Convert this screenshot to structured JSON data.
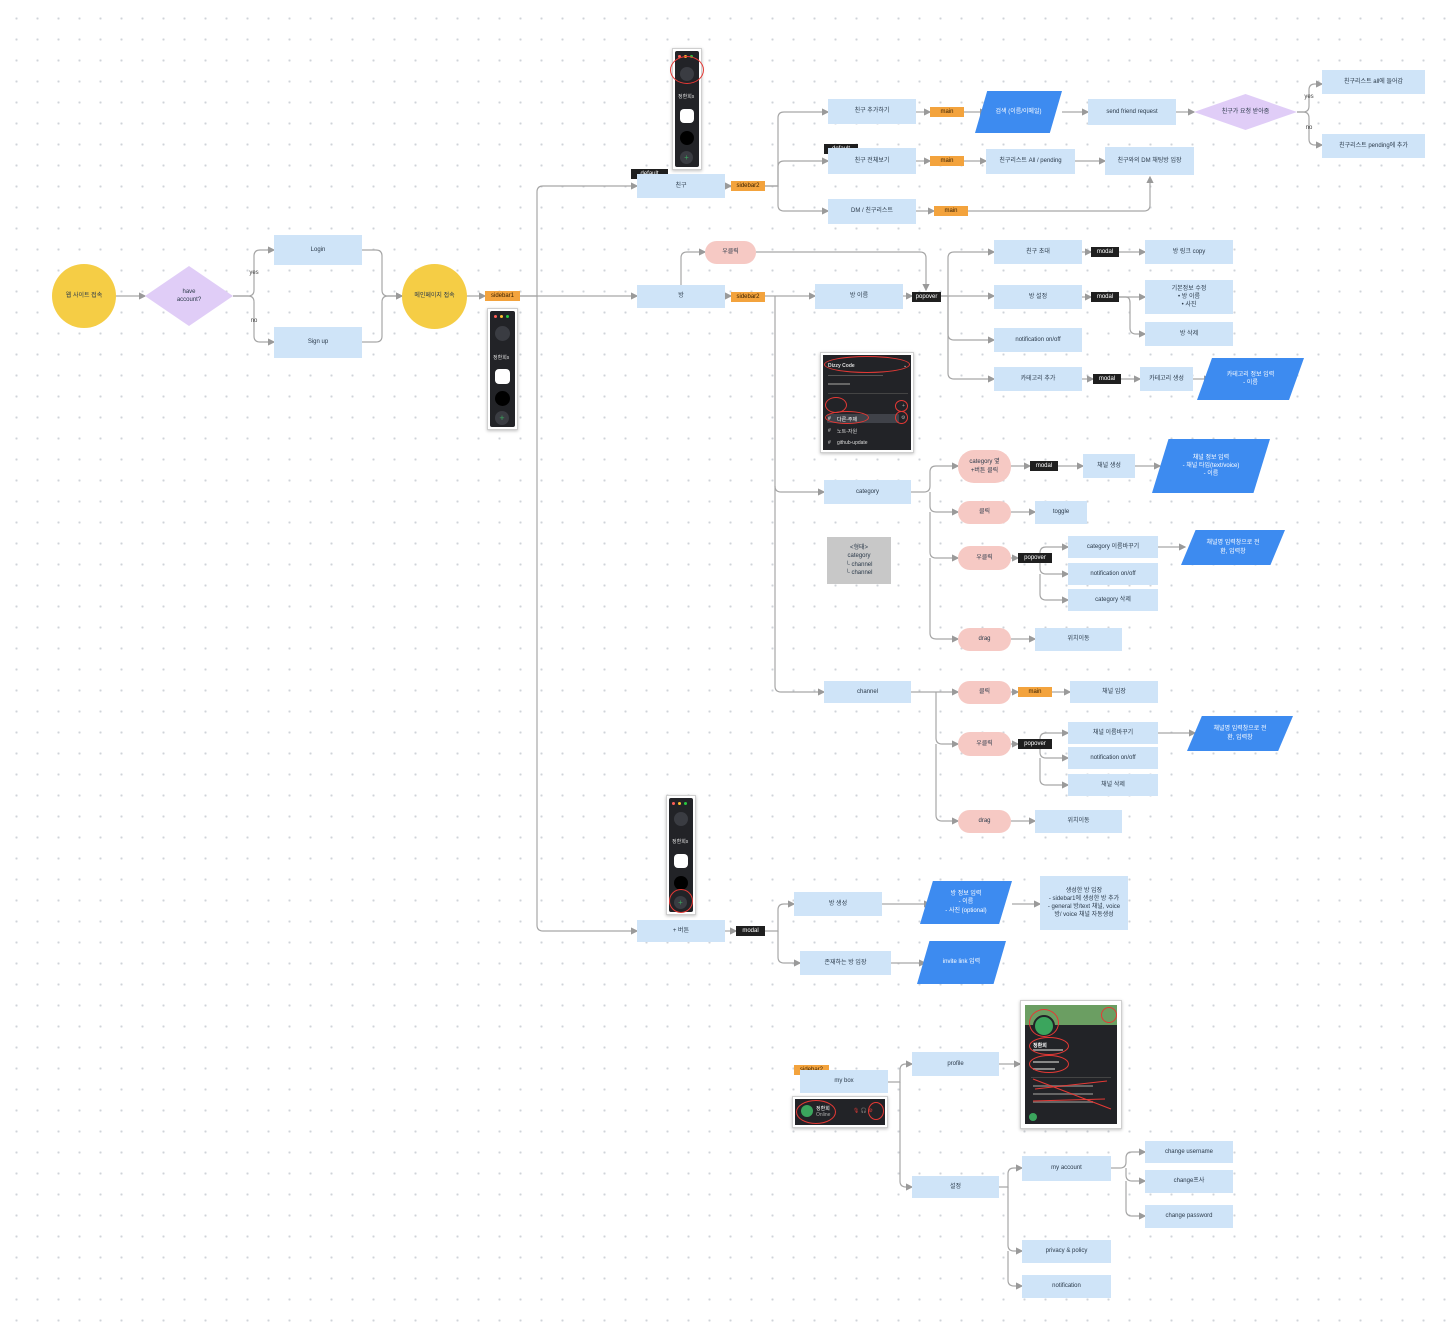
{
  "nodes": {
    "entry": "웹 사이트 접속",
    "have_account": "have\naccount?",
    "yes1": "yes",
    "no1": "no",
    "login": "Login",
    "signup": "Sign up",
    "main_page": "메인페이지 접속",
    "sidebar1": "sidebar1",
    "friend": "친구",
    "default1": "default",
    "sidebar2_a": "sidebar2",
    "friend_add": "친구 추가하기",
    "main_a": "main",
    "search": "검색 (이름/이메일)",
    "send_request": "send friend request",
    "friend_accept": "친구가 요청 받아줌",
    "yes2": "yes",
    "no2": "no",
    "friend_all_in": "친구리스트 all에 들어감",
    "friend_pending": "친구리스트 pending에 추가",
    "default2": "default",
    "friend_view_all": "친구 전체보기",
    "main_b": "main",
    "friend_list_all": "친구리스트 All / pending",
    "dm_enter": "친구와의 DM 채팅방 입장",
    "dm_list": "DM / 친구리스트",
    "main_c": "main",
    "room": "방",
    "right_click_room": "우클릭",
    "sidebar2_b": "sidebar2",
    "room_name": "방 이름",
    "popover_a": "popover",
    "invite_friend": "친구 초대",
    "modal_a": "modal",
    "room_link_copy": "방 링크 copy",
    "room_settings": "방 설정",
    "modal_b": "modal",
    "basic_info_edit": "기본정보 수정\n• 방 이름\n• 사진",
    "room_delete": "방 삭제",
    "notification_a": "notification on/off",
    "add_category": "카테고리 추가",
    "modal_c": "modal",
    "create_category": "카테고리 생성",
    "category_info_input": "카테고리  정보 입력\n- 이름",
    "category": "category",
    "category_plus_click": "category 옆\n+버튼 클릭",
    "modal_d": "modal",
    "create_channel": "채널 생성",
    "channel_info_input": "채널  정보 입력\n- 채널 타입(text/voice)\n- 이름",
    "click_a": "클릭",
    "toggle": "toggle",
    "right_click_a": "우클릭",
    "popover_b": "popover",
    "category_rename": "category 이름바꾸기",
    "category_rename_result": "채널명 입력창으로 전\n환, 입력창",
    "notification_b": "notification on/off",
    "category_delete": "category 삭제",
    "drag_a": "drag",
    "move_a": "위치이동",
    "structure_note": "<형태>\ncategory\n└ channel\n└ channel",
    "channel": "channel",
    "click_b": "클릭",
    "main_d": "main",
    "channel_enter": "채널 입장",
    "right_click_b": "우클릭",
    "popover_c": "popover",
    "channel_rename": "채널 이름바꾸기",
    "channel_rename_result": "채널명 입력창으로 전\n환, 입력창",
    "notification_c": "notification on/off",
    "channel_delete": "채널 삭제",
    "drag_b": "drag",
    "move_b": "위치이동",
    "plus_button": "+ 버튼",
    "modal_e": "modal",
    "create_room": "방 생성",
    "room_info_input": "방  정보 입력\n- 이름\n- 사진 (optional)",
    "created_room_enter": "생성한 방 입장\n- sidebar1에 생성한 방 추가\n- general 방/text 채널, voice\n방/ voice 채널 자동생성",
    "join_existing_room": "존재하는 방 입장",
    "invite_link_input": "invite link 입력",
    "sidebar2_c": "sidebar2",
    "my_box": "my box",
    "profile": "profile",
    "settings": "설정",
    "my_account": "my account",
    "change_username": "change username",
    "change_photo": "change프사",
    "change_password": "change password",
    "privacy_policy": "privacy & policy",
    "notification_d": "notification"
  },
  "screenshots": {
    "sidebar_user": "정환희s",
    "server_name": "Dizzy Code",
    "channel_1": "다른-주제",
    "channel_2": "노트-자원",
    "channel_3": "github-update",
    "mybox_name": "정환희",
    "mybox_status": "Online",
    "profile_name": "정환희"
  },
  "colors": {
    "process": "#cfe4f8",
    "action": "#f6c9c4",
    "terminal": "#f5cd45",
    "decision": "#e0cdf7",
    "io": "#3d8bf0",
    "tag": "#f3a33d",
    "dark_tag": "#1f1f1f",
    "annotation": "#e53935"
  }
}
